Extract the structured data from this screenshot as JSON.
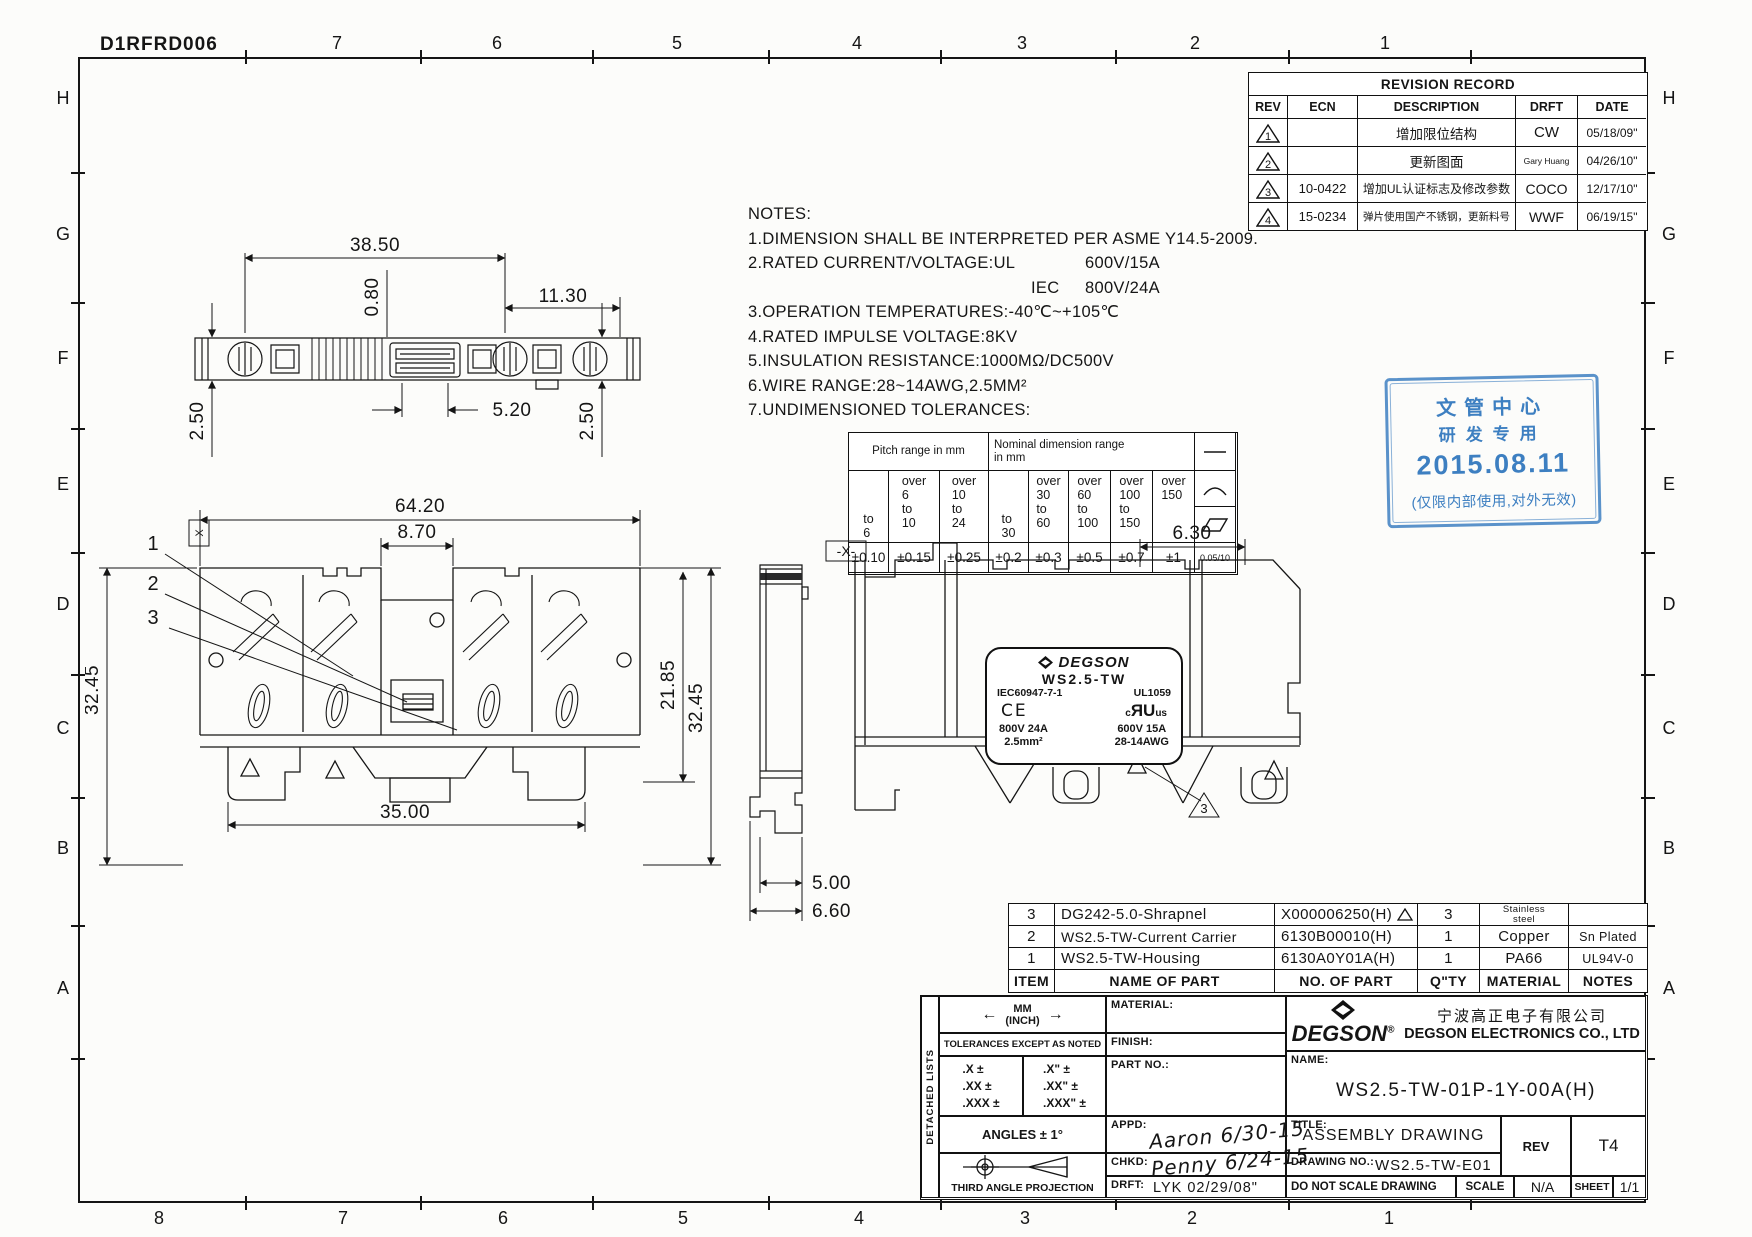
{
  "sheet": {
    "doc_number": "D1RFRD006",
    "top_zones": [
      "7",
      "6",
      "5",
      "4",
      "3",
      "2",
      "1"
    ],
    "bottom_zones": [
      "8",
      "7",
      "6",
      "5",
      "4",
      "3",
      "2",
      "1"
    ],
    "side_zones": [
      "H",
      "G",
      "F",
      "E",
      "D",
      "C",
      "B",
      "A"
    ]
  },
  "revision_table": {
    "title": "REVISION RECORD",
    "headers": {
      "rev": "REV",
      "ecn": "ECN",
      "description": "DESCRIPTION",
      "drft": "DRFT",
      "date": "DATE"
    },
    "rows": [
      {
        "rev": "1",
        "ecn": "",
        "description": "增加限位结构",
        "drft": "CW",
        "date": "05/18/09\""
      },
      {
        "rev": "2",
        "ecn": "",
        "description": "更新图面",
        "drft": "Gary Huang",
        "date": "04/26/10\""
      },
      {
        "rev": "3",
        "ecn": "10-0422",
        "description": "增加UL认证标志及修改参数",
        "drft": "COCO",
        "date": "12/17/10\""
      },
      {
        "rev": "4",
        "ecn": "15-0234",
        "description": "弹片使用国产不锈钢，更新料号",
        "drft": "WWF",
        "date": "06/19/15\""
      }
    ]
  },
  "notes": {
    "title": "NOTES:",
    "line1": "1.DIMENSION SHALL BE INTERPRETED PER ASME Y14.5-2009.",
    "line2a": "2.RATED CURRENT/VOLTAGE:UL",
    "line2b": "600V/15A",
    "line3a": "IEC",
    "line3b": "800V/24A",
    "line4": "3.OPERATION TEMPERATURES:-40℃~+105℃",
    "line5": "4.RATED IMPULSE VOLTAGE:8KV",
    "line6": "5.INSULATION RESISTANCE:1000MΩ/DC500V",
    "line7": "6.WIRE RANGE:28~14AWG,2.5MM²",
    "line8": "7.UNDIMENSIONED TOLERANCES:"
  },
  "tolerance_table": {
    "pitch_header": "Pitch range in mm",
    "nominal_header": "Nominal dimension range\nin mm",
    "pitch_cols": [
      "to\n6",
      "over\n6\nto\n10",
      "over\n10\nto\n24"
    ],
    "pitch_values": [
      "±0.10",
      "±0.15",
      "±0.25"
    ],
    "nominal_cols": [
      "to\n30",
      "over\n30\nto\n60",
      "over\n60\nto\n100",
      "over\n100\nto\n150",
      "over\n150"
    ],
    "nominal_values": [
      "±0.2",
      "±0.3",
      "±0.5",
      "±0.7",
      "±1"
    ],
    "symbols": {
      "row1": "straightness-dash",
      "row2": "arc",
      "row3": "parallelogram",
      "value": "0.05/10"
    }
  },
  "stamp": {
    "line1": "文管中心",
    "line2": "研发专用",
    "date": "2015.08.11",
    "note": "(仅限内部使用,对外无效)",
    "color": "#3d7fc1"
  },
  "views": {
    "top_view": {
      "dims": {
        "width": "38.50",
        "slot_offset": "0.80",
        "pitch": "11.30",
        "slot_width": "5.20",
        "end_left": "2.50",
        "end_right": "2.50"
      }
    },
    "front_view": {
      "dims": {
        "width": "64.20",
        "channel": "8.70",
        "height_left": "32.45",
        "height_inner": "21.85",
        "height_right": "32.45",
        "base_width": "35.00"
      },
      "callout1": "1",
      "callout2": "2",
      "callout3": "3",
      "datum": "-X-"
    },
    "side_view": {
      "datum": "-X-",
      "dims": {
        "foot_width": "5.00",
        "foot_depth": "6.60"
      }
    },
    "end_view": {
      "dims": {
        "top_width": "6.30"
      },
      "rev_callout": "3"
    }
  },
  "product_label": {
    "brand": "DEGSON",
    "model": "WS2.5-TW",
    "iec": "IEC60947-7-1",
    "ul": "UL1059",
    "ce": "CE",
    "ul_mark_c": "c",
    "ul_mark_ru": "ЯU",
    "ul_mark_us": "us",
    "rating_left": "800V 24A\n2.5mm²",
    "rating_right": "600V 15A\n28-14AWG"
  },
  "parts_table": {
    "headers": {
      "item": "ITEM",
      "name": "NAME OF PART",
      "no": "NO. OF  PART",
      "qty": "Q\"TY",
      "material": "MATERIAL",
      "notes": "NOTES"
    },
    "rows": [
      {
        "item": "3",
        "name": "DG242-5.0-Shrapnel",
        "no": "X000006250(H)",
        "qty": "3",
        "material": "Stainless\nsteel",
        "notes": ""
      },
      {
        "item": "2",
        "name": "WS2.5-TW-Current Carrier",
        "no": "6130B00010(H)",
        "qty": "1",
        "material": "Copper",
        "notes": "Sn Plated"
      },
      {
        "item": "1",
        "name": "WS2.5-TW-Housing",
        "no": "6130A0Y01A(H)",
        "qty": "1",
        "material": "PA66",
        "notes": "UL94V-0"
      }
    ]
  },
  "title_block": {
    "units_mm": "MM",
    "units_inch": "(INCH)",
    "tol_label": "TOLERANCES EXCEPT AS NOTED",
    "tol_mm": ".X ±\n.XX ±\n.XXX ±",
    "tol_inch": ".X\" ±\n.XX\" ±\n.XXX\" ±",
    "angles": "ANGLES ± 1°",
    "projection": "THIRD ANGLE PROJECTION",
    "material_label": "MATERIAL:",
    "finish_label": "FINISH:",
    "part_no_label": "PART NO.:",
    "appd_label": "APPD:",
    "appd_value": "Aaron 6/30-15",
    "chkd_label": "CHKD:",
    "chkd_value": "Penny 6/24-15",
    "drft_label": "DRFT:",
    "drft_value": "LYK 02/29/08\"",
    "detached": "DETACHED LISTS",
    "brand": "DEGSON",
    "brand_reg": "®",
    "company_cn": "宁波高正电子有限公司",
    "company_en": "DEGSON ELECTRONICS CO., LTD",
    "name_label": "NAME:",
    "name_value": "WS2.5-TW-01P-1Y-00A(H)",
    "title_label": "TITLE:",
    "title_value": "ASSEMBLY DRAWING",
    "rev_label": "REV",
    "rev_value": "T4",
    "drawing_no_label": "DRAWING NO.:",
    "drawing_no_value": "WS2.5-TW-E01",
    "no_scale": "DO NOT SCALE DRAWING",
    "scale_label": "SCALE",
    "scale_value": "N/A",
    "sheet_label": "SHEET",
    "sheet_value": "1/1"
  }
}
